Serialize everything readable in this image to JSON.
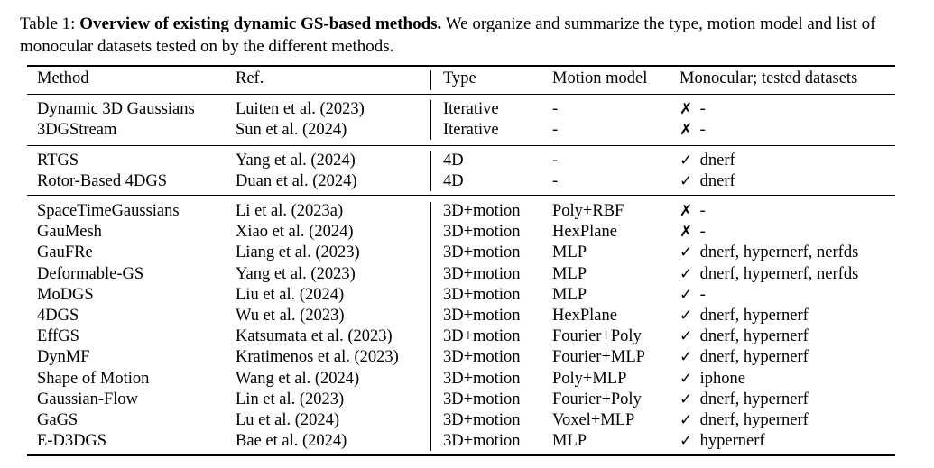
{
  "caption": {
    "label": "Table 1: ",
    "title": "Overview of existing dynamic GS-based methods.",
    "text": " We organize and summarize the type, motion model and list of monocular datasets tested on by the different methods."
  },
  "headers": {
    "method": "Method",
    "ref": "Ref.",
    "type": "Type",
    "motion": "Motion model",
    "mono": "Monocular; tested datasets"
  },
  "symbols": {
    "yes": "✓",
    "no": "✗"
  },
  "groups": [
    [
      {
        "method": "Dynamic 3D Gaussians",
        "ref": "Luiten et al. (2023)",
        "type": "Iterative",
        "motion": "-",
        "mono": "no",
        "datasets": "-"
      },
      {
        "method": "3DGStream",
        "ref": "Sun et al. (2024)",
        "type": "Iterative",
        "motion": "-",
        "mono": "no",
        "datasets": "-"
      }
    ],
    [
      {
        "method": "RTGS",
        "ref": "Yang et al. (2024)",
        "type": "4D",
        "motion": "-",
        "mono": "yes",
        "datasets": "dnerf"
      },
      {
        "method": "Rotor-Based 4DGS",
        "ref": "Duan et al. (2024)",
        "type": "4D",
        "motion": "-",
        "mono": "yes",
        "datasets": "dnerf"
      }
    ],
    [
      {
        "method": "SpaceTimeGaussians",
        "ref": "Li et al. (2023a)",
        "type": "3D+motion",
        "motion": "Poly+RBF",
        "mono": "no",
        "datasets": "-"
      },
      {
        "method": "GauMesh",
        "ref": "Xiao et al. (2024)",
        "type": "3D+motion",
        "motion": "HexPlane",
        "mono": "no",
        "datasets": "-"
      },
      {
        "method": "GauFRe",
        "ref": "Liang et al. (2023)",
        "type": "3D+motion",
        "motion": "MLP",
        "mono": "yes",
        "datasets": "dnerf, hypernerf, nerfds"
      },
      {
        "method": "Deformable-GS",
        "ref": "Yang et al. (2023)",
        "type": "3D+motion",
        "motion": "MLP",
        "mono": "yes",
        "datasets": "dnerf, hypernerf, nerfds"
      },
      {
        "method": "MoDGS",
        "ref": "Liu et al. (2024)",
        "type": "3D+motion",
        "motion": "MLP",
        "mono": "yes",
        "datasets": "-"
      },
      {
        "method": "4DGS",
        "ref": "Wu et al. (2023)",
        "type": "3D+motion",
        "motion": "HexPlane",
        "mono": "yes",
        "datasets": "dnerf, hypernerf"
      },
      {
        "method": "EffGS",
        "ref": "Katsumata et al. (2023)",
        "type": "3D+motion",
        "motion": "Fourier+Poly",
        "mono": "yes",
        "datasets": "dnerf, hypernerf"
      },
      {
        "method": "DynMF",
        "ref": "Kratimenos et al. (2023)",
        "type": "3D+motion",
        "motion": "Fourier+MLP",
        "mono": "yes",
        "datasets": "dnerf, hypernerf"
      },
      {
        "method": "Shape of Motion",
        "ref": "Wang et al. (2024)",
        "type": "3D+motion",
        "motion": "Poly+MLP",
        "mono": "yes",
        "datasets": "iphone"
      },
      {
        "method": "Gaussian-Flow",
        "ref": "Lin et al. (2023)",
        "type": "3D+motion",
        "motion": "Fourier+Poly",
        "mono": "yes",
        "datasets": "dnerf, hypernerf"
      },
      {
        "method": "GaGS",
        "ref": "Lu et al. (2024)",
        "type": "3D+motion",
        "motion": "Voxel+MLP",
        "mono": "yes",
        "datasets": "dnerf, hypernerf"
      },
      {
        "method": "E-D3DGS",
        "ref": "Bae et al. (2024)",
        "type": "3D+motion",
        "motion": "MLP",
        "mono": "yes",
        "datasets": "hypernerf"
      }
    ]
  ]
}
